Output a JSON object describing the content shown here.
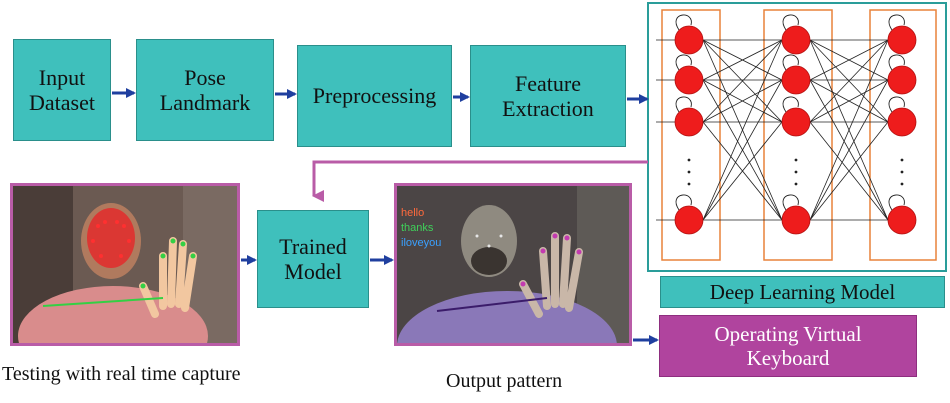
{
  "pipeline": {
    "input_dataset": [
      "Input",
      "Dataset"
    ],
    "pose_landmark": [
      "Pose",
      "Landmark"
    ],
    "preprocessing": "Preprocessing",
    "feature_extraction": [
      "Feature",
      "Extraction"
    ],
    "trained_model": [
      "Trained",
      "Model"
    ]
  },
  "deep_learning_label": "Deep Learning Model",
  "operating_keyboard": [
    "Operating Virtual",
    "Keyboard"
  ],
  "captions": {
    "testing": "Testing with real time capture",
    "output": "Output pattern"
  },
  "overlay_words": [
    "hello",
    "thanks",
    "iloveyou"
  ],
  "overlay_word_colors": [
    "#ff6a3d",
    "#3fd05a",
    "#3aa0ff"
  ],
  "colors": {
    "box_fill": "#3fc0bc",
    "arrow": "#1f3f9f",
    "connector": "#b95ca7",
    "keyboard_fill": "#b0449e",
    "neuron": "#ee1c1c",
    "layer_border": "#e8823a"
  }
}
